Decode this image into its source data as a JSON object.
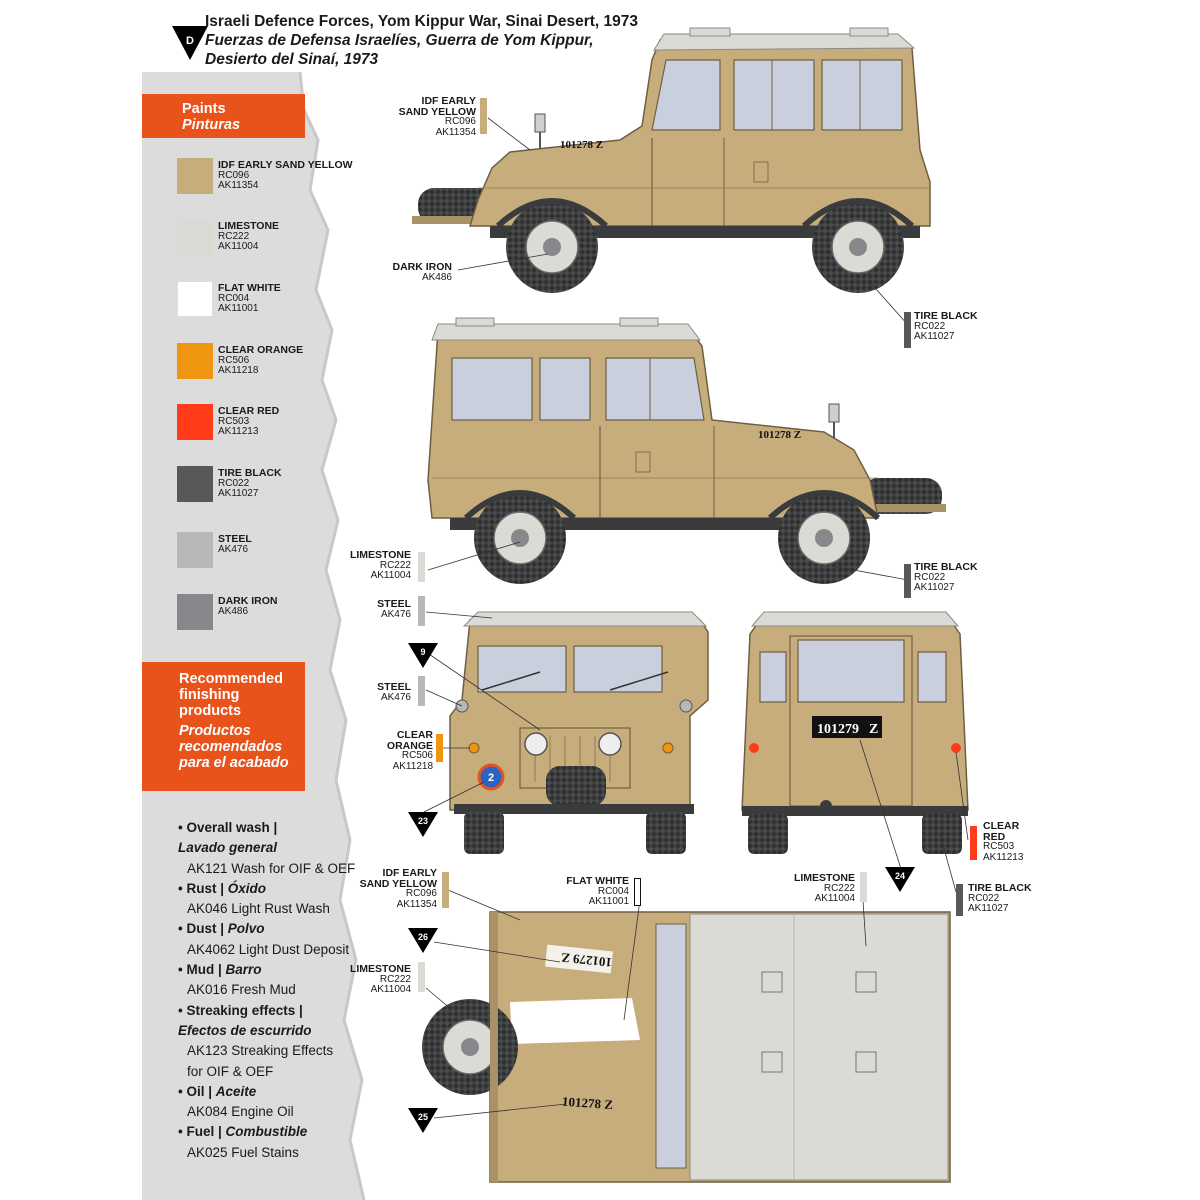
{
  "header": {
    "badge_letter": "D",
    "title_en": "Israeli Defence Forces, Yom Kippur War, Sinai Desert, 1973",
    "title_es_line1": "Fuerzas de Defensa Israelíes, Guerra de Yom Kippur,",
    "title_es_line2": "Desierto del Sinaí, 1973"
  },
  "paints_box": {
    "title_en": "Paints",
    "title_es": "Pinturas"
  },
  "paints": [
    {
      "name": "IDF EARLY SAND YELLOW",
      "codes": [
        "RC096",
        "AK11354"
      ],
      "color": "#c7ad7c"
    },
    {
      "name": "LIMESTONE",
      "codes": [
        "RC222",
        "AK11004"
      ],
      "color": "#dcdad5"
    },
    {
      "name": "FLAT WHITE",
      "codes": [
        "RC004",
        "AK11001"
      ],
      "color": "#ffffff"
    },
    {
      "name": "CLEAR ORANGE",
      "codes": [
        "RC506",
        "AK11218"
      ],
      "color": "#f0950f"
    },
    {
      "name": "CLEAR RED",
      "codes": [
        "RC503",
        "AK11213"
      ],
      "color": "#ff3b1a"
    },
    {
      "name": "TIRE BLACK",
      "codes": [
        "RC022",
        "AK11027"
      ],
      "color": "#57585a"
    },
    {
      "name": "STEEL",
      "codes": [
        "AK476"
      ],
      "color": "#b8b8ba"
    },
    {
      "name": "DARK IRON",
      "codes": [
        "AK486"
      ],
      "color": "#87888b"
    }
  ],
  "finishing_box": {
    "title_en": [
      "Recommended",
      "finishing",
      "products"
    ],
    "title_es": [
      "Productos",
      "recomendados",
      "para el acabado"
    ]
  },
  "finishing": [
    {
      "en": "Overall wash",
      "es": "Lavado general",
      "product": [
        "AK121 Wash for OIF & OEF"
      ]
    },
    {
      "en": "Rust",
      "es": "Óxido",
      "product": [
        "AK046 Light Rust Wash"
      ]
    },
    {
      "en": "Dust",
      "es": "Polvo",
      "product": [
        "AK4062 Light Dust Deposit"
      ]
    },
    {
      "en": "Mud",
      "es": "Barro",
      "product": [
        "AK016 Fresh Mud"
      ]
    },
    {
      "en": "Streaking effects",
      "es": "Efectos de escurrido",
      "product": [
        "AK123 Streaking Effects",
        "for OIF & OEF"
      ]
    },
    {
      "en": "Oil",
      "es": "Aceite",
      "product": [
        "AK084 Engine Oil"
      ]
    },
    {
      "en": "Fuel",
      "es": "Combustible",
      "product": [
        "AK025 Fuel Stains"
      ]
    }
  ],
  "callouts": {
    "side1_sand": {
      "lines": [
        "IDF EARLY",
        "SAND YELLOW"
      ],
      "codes": [
        "RC096",
        "AK11354"
      ]
    },
    "side1_darkiron": {
      "lines": [
        "DARK IRON"
      ],
      "codes": [
        "AK486"
      ]
    },
    "side1_tire": {
      "lines": [
        "TIRE BLACK"
      ],
      "codes": [
        "RC022",
        "AK11027"
      ]
    },
    "side2_limestone": {
      "lines": [
        "LIMESTONE"
      ],
      "codes": [
        "RC222",
        "AK11004"
      ]
    },
    "side2_tire": {
      "lines": [
        "TIRE BLACK"
      ],
      "codes": [
        "RC022",
        "AK11027"
      ]
    },
    "front_steel1": {
      "lines": [
        "STEEL"
      ],
      "codes": [
        "AK476"
      ]
    },
    "front_steel2": {
      "lines": [
        "STEEL"
      ],
      "codes": [
        "AK476"
      ]
    },
    "front_orange": {
      "lines": [
        "CLEAR",
        "ORANGE"
      ],
      "codes": [
        "RC506",
        "AK11218"
      ]
    },
    "rear_red": {
      "lines": [
        "CLEAR",
        "RED"
      ],
      "codes": [
        "RC503",
        "AK11213"
      ]
    },
    "rear_tire": {
      "lines": [
        "TIRE BLACK"
      ],
      "codes": [
        "RC022",
        "AK11027"
      ]
    },
    "top_sand": {
      "lines": [
        "IDF EARLY",
        "SAND YELLOW"
      ],
      "codes": [
        "RC096",
        "AK11354"
      ]
    },
    "top_white": {
      "lines": [
        "FLAT WHITE"
      ],
      "codes": [
        "RC004",
        "AK11001"
      ]
    },
    "top_limestone": {
      "lines": [
        "LIMESTONE"
      ],
      "codes": [
        "RC222",
        "AK11004"
      ]
    },
    "top_limestone2": {
      "lines": [
        "LIMESTONE"
      ],
      "codes": [
        "RC222",
        "AK11004"
      ]
    }
  },
  "decal_markers": [
    "9",
    "23",
    "24",
    "26",
    "25"
  ],
  "plates": {
    "side_left": "101278 Z",
    "side_right": "101278 Z",
    "rear": "101279",
    "rear_suffix": "Z",
    "top_upper": "101279 Z",
    "top_lower": "101278 Z"
  },
  "front_roundel": "2",
  "colors": {
    "accent_orange": "#e8521b",
    "body_sand": "#c7ad7c",
    "roof_limestone": "#dcdad5",
    "glass": "#c9cfdd",
    "tire": "#3a3b3d"
  }
}
